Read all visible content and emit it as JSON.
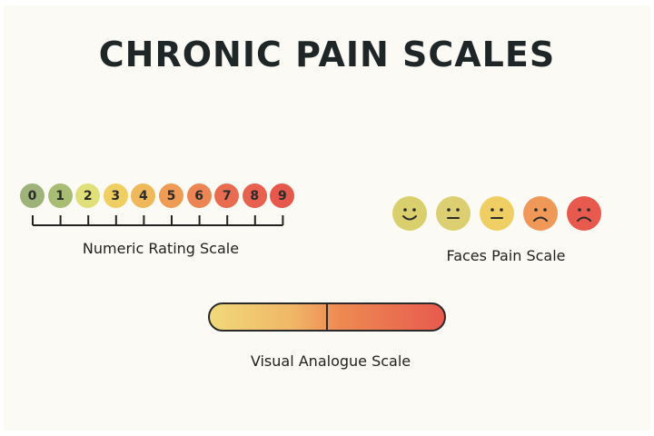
{
  "title": "CHRONIC PAIN SCALES",
  "numeric_scale": {
    "label": "Numeric Rating Scale",
    "numbers": [
      "0",
      "1",
      "2",
      "3",
      "4",
      "5",
      "6",
      "7",
      "8",
      "9"
    ],
    "colors": [
      "#9db37a",
      "#a9bc74",
      "#dfe07a",
      "#f0cf62",
      "#efb85a",
      "#ee9c55",
      "#ec8454",
      "#e96c50",
      "#e8604e",
      "#e5584b"
    ]
  },
  "faces_scale": {
    "label": "Faces Pain Scale",
    "faces": [
      {
        "icon": "smile-face-icon",
        "color": "#d9cf6c"
      },
      {
        "icon": "neutral-face-icon",
        "color": "#dccf72"
      },
      {
        "icon": "neutral-face-icon",
        "color": "#efcf64"
      },
      {
        "icon": "frown-face-icon",
        "color": "#ef9858"
      },
      {
        "icon": "frown-face-icon",
        "color": "#e75a4d"
      }
    ]
  },
  "visual_analogue_scale": {
    "label": "Visual Analogue Scale",
    "marker_fraction": 0.5
  }
}
